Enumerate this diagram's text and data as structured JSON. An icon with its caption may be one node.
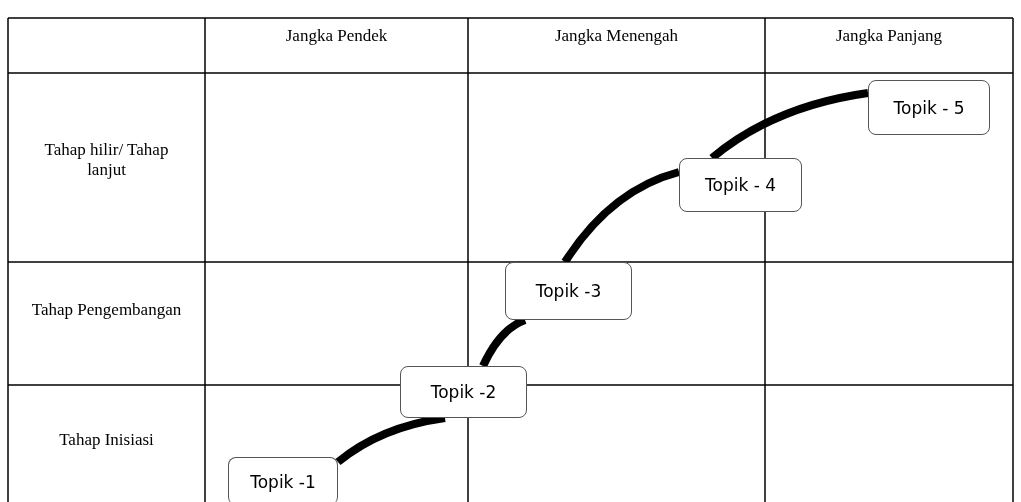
{
  "diagram": {
    "nodes": [
      {
        "text": [
          "Topik -1"
        ]
      },
      {
        "text": [
          "Topik -2"
        ]
      },
      {
        "text": [
          "Topik -3"
        ]
      },
      {
        "text": [
          "Topik - 4"
        ]
      },
      {
        "text": [
          "Topik - 5"
        ]
      }
    ],
    "edges": [
      {
        "from": 0,
        "to": 1,
        "arrow": "none"
      },
      {
        "from": 1,
        "to": 2,
        "arrow": "none"
      },
      {
        "from": 2,
        "to": 3,
        "arrow": "none"
      },
      {
        "from": 3,
        "to": 4,
        "arrow": "none"
      }
    ],
    "labels": [
      "Jangka Pendek",
      "Jangka Menengah",
      "Jangka Panjang",
      "Tahap hilir/ Tahap lanjut",
      "Tahap Pengembangan",
      "Tahap Inisiasi"
    ]
  }
}
